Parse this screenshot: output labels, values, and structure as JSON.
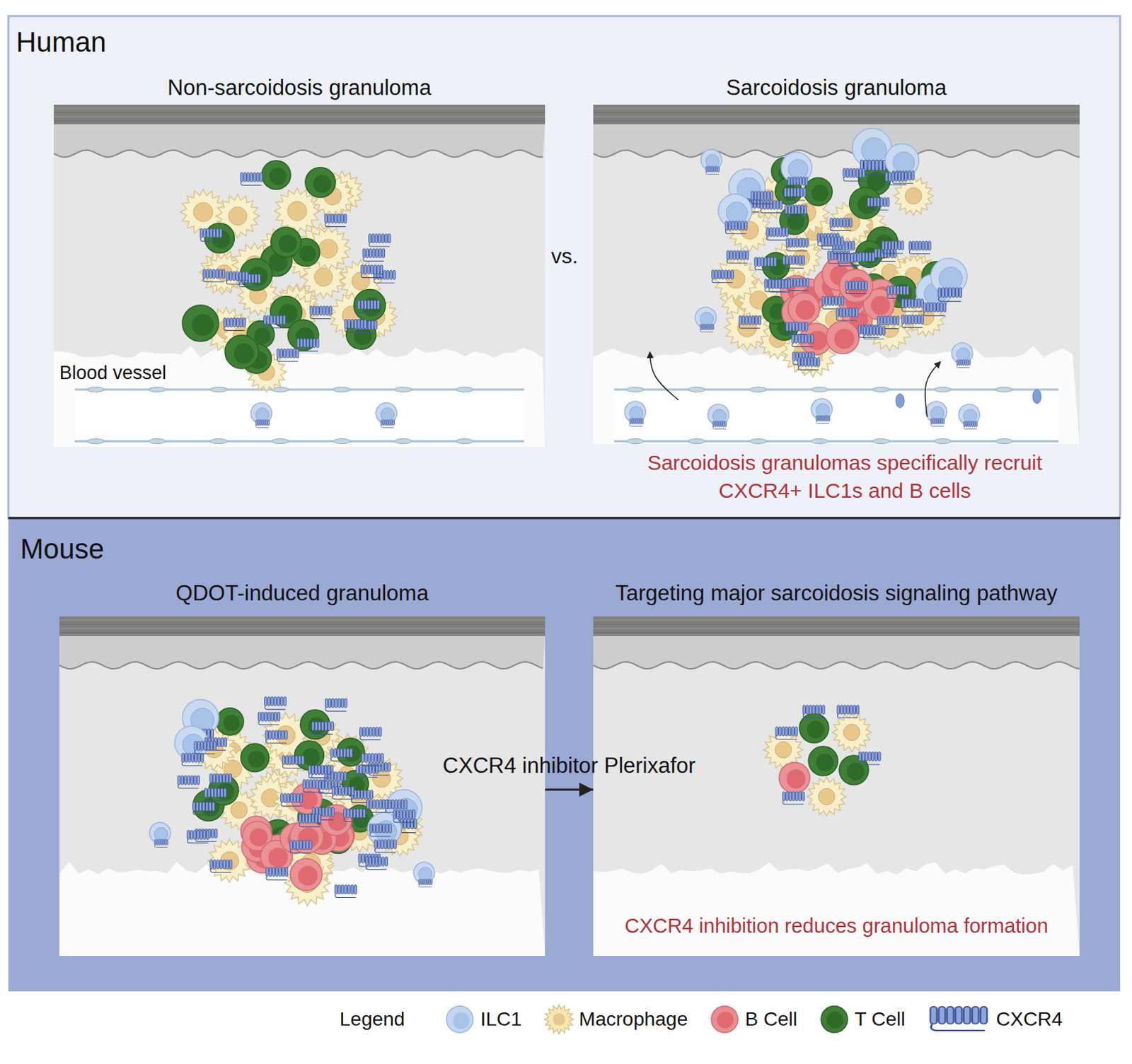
{
  "diagram": {
    "nodes": [
      {
        "text": [
          "Human"
        ]
      },
      {
        "text": [
          "Non-sarcoidosis granuloma"
        ],
        "in": 0
      },
      {
        "text": [
          "Sarcoidosis granuloma"
        ],
        "in": 0
      },
      {
        "text": [
          "Mouse"
        ]
      },
      {
        "text": [
          "QDOT-induced granuloma"
        ],
        "in": 3
      },
      {
        "text": [
          "Targeting major sarcoidosis signaling pathway",
          "CXCR4 inhibition reduces granuloma formation"
        ],
        "in": 3
      }
    ],
    "edges": [
      {
        "from": 4,
        "to": 5,
        "arrow": "to",
        "label": "CXCR4 inhibitor Plerixafor"
      }
    ],
    "labels": [
      "vs.",
      "Blood vessel",
      "Sarcoidosis granulomas specifically recruit CXCR4+ ILC1s and B cells",
      "Legend"
    ],
    "legend": [
      {
        "text": "ILC1",
        "color": "#c4d6ef"
      },
      {
        "text": "Macrophage",
        "color": "#f6e7b4"
      },
      {
        "text": "B Cell",
        "color": "#e98d92"
      },
      {
        "text": "T Cell",
        "color": "#3f7f36"
      },
      {
        "text": "CXCR4"
      }
    ]
  }
}
